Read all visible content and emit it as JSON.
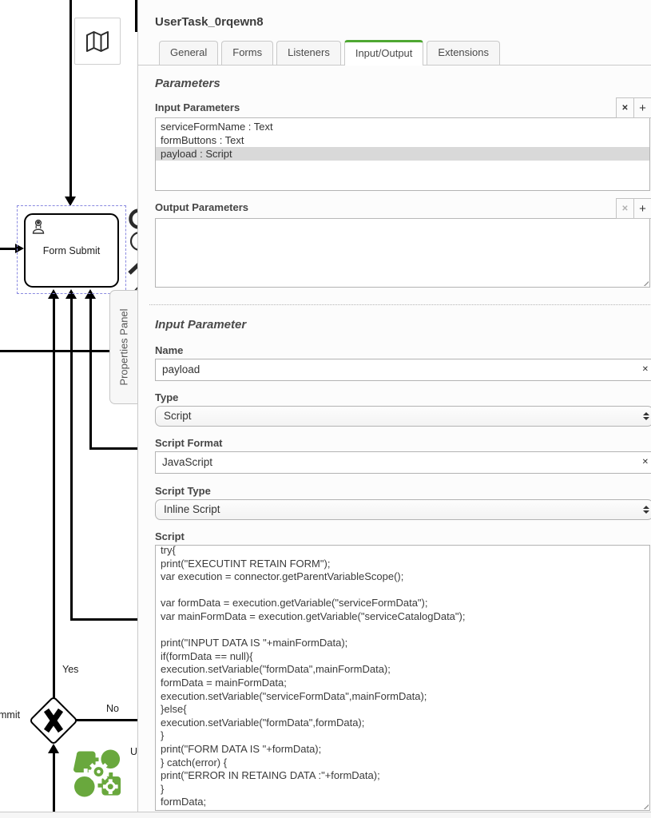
{
  "colors": {
    "accent_green": "#4fa832",
    "selection_dash": "#8a8ae0",
    "connector_green": "#69a83d"
  },
  "icons": {
    "clear": "✕",
    "add": "+"
  },
  "diagram": {
    "task_label": "Form Submit",
    "yes_label": "Yes",
    "no_label": "No",
    "left_cut_label": "mmit",
    "right_cut_label": "U"
  },
  "panel": {
    "title": "UserTask_0rqewn8",
    "vertical_tab_label": "Properties Panel",
    "tabs": [
      {
        "label": "General"
      },
      {
        "label": "Forms"
      },
      {
        "label": "Listeners"
      },
      {
        "label": "Input/Output"
      },
      {
        "label": "Extensions"
      }
    ],
    "parameters_heading": "Parameters",
    "input_parameters": {
      "label": "Input Parameters",
      "items": [
        "serviceFormName : Text",
        "formButtons : Text",
        "payload : Script"
      ],
      "selected_index": 2
    },
    "output_parameters": {
      "label": "Output Parameters",
      "items": []
    },
    "input_parameter": {
      "heading": "Input Parameter",
      "name": {
        "label": "Name",
        "value": "payload"
      },
      "type": {
        "label": "Type",
        "value": "Script"
      },
      "script_format": {
        "label": "Script Format",
        "value": "JavaScript"
      },
      "script_type": {
        "label": "Script Type",
        "value": "Inline Script"
      },
      "script": {
        "label": "Script",
        "value": "try{\nprint(\"EXECUTINT RETAIN FORM\");\nvar execution = connector.getParentVariableScope();\n\nvar formData = execution.getVariable(\"serviceFormData\");\nvar mainFormData = execution.getVariable(\"serviceCatalogData\");\n\nprint(\"INPUT DATA IS \"+mainFormData);\nif(formData == null){\nexecution.setVariable(\"formData\",mainFormData);\nformData = mainFormData;\nexecution.setVariable(\"serviceFormData\",mainFormData);\n}else{\nexecution.setVariable(\"formData\",formData);\n}\nprint(\"FORM DATA IS \"+formData);\n} catch(error) {\nprint(\"ERROR IN RETAING DATA :\"+formData);\n}\nformData;"
      }
    }
  }
}
